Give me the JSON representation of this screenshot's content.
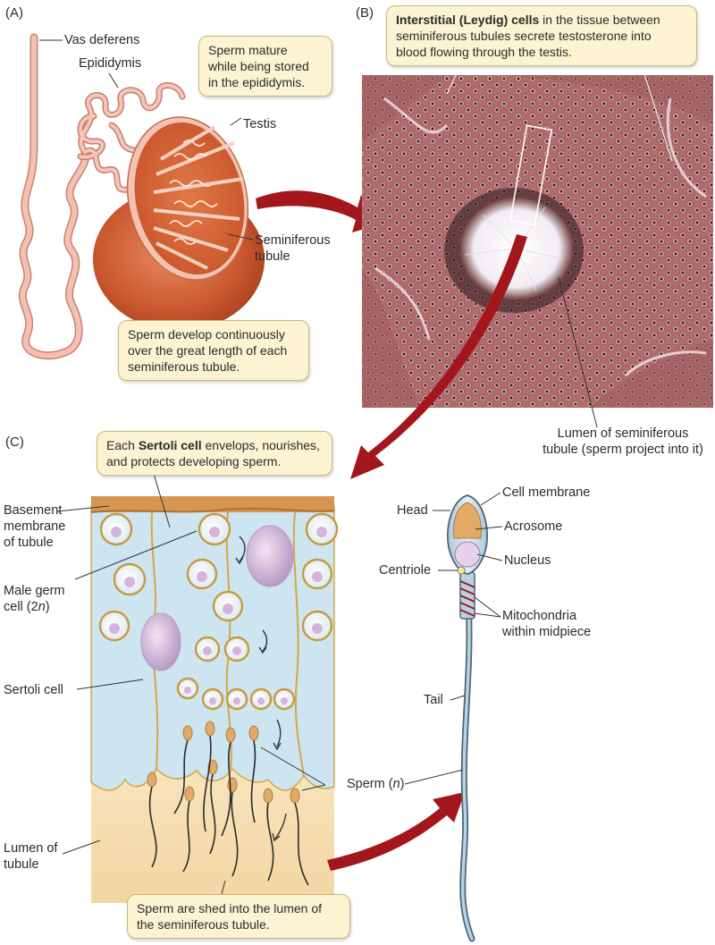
{
  "panels": {
    "a": "(A)",
    "b": "(B)",
    "c": "(C)"
  },
  "labels": {
    "vas_deferens": "Vas deferens",
    "epididymis": "Epididymis",
    "testis": "Testis",
    "seminiferous_tubule_1": "Seminiferous",
    "seminiferous_tubule_2": "tubule",
    "lumen_st_1": "Lumen of seminiferous",
    "lumen_st_2": "tubule (sperm project into it)",
    "basement_1": "Basement",
    "basement_2": "membrane",
    "basement_3": "of tubule",
    "germ_1": "Male germ",
    "germ_2a": "cell (2",
    "germ_2n": "n",
    "germ_2b": ")",
    "sertoli_cell": "Sertoli cell",
    "lumen_tubule_1": "Lumen of",
    "lumen_tubule_2": "tubule",
    "sperm_a": "Sperm (",
    "sperm_n": "n",
    "sperm_b": ")",
    "head": "Head",
    "cell_membrane": "Cell membrane",
    "acrosome": "Acrosome",
    "nucleus": "Nucleus",
    "centriole": "Centriole",
    "mito_1": "Mitochondria",
    "mito_2": "within midpiece",
    "tail": "Tail"
  },
  "callouts": {
    "mature_1": "Sperm mature",
    "mature_2": "while being stored",
    "mature_3": "in the epididymis.",
    "develop_1": "Sperm develop continuously",
    "develop_2": "over the great length of each",
    "develop_3": "seminiferous tubule.",
    "leydig_bold": "Interstitial (Leydig) cells",
    "leydig_1": " in the tissue between",
    "leydig_2": "seminiferous tubules secrete testosterone into",
    "leydig_3": "blood flowing through the testis.",
    "sertoli_a": "Each ",
    "sertoli_bold": "Sertoli cell",
    "sertoli_b": " envelops, nourishes,",
    "sertoli_2": "and protects developing sperm.",
    "shed_1": "Sperm are shed into the lumen of",
    "shed_2": "the seminiferous tubule."
  },
  "colors": {
    "tubule_pink": "#f3b9b0",
    "testis_orange": "#d9653a",
    "arrow_red": "#a3171c",
    "callout_fill": "#fbf3d2",
    "sertoli_blue": "#cde4f1",
    "acrosome_tan": "#e3a967"
  }
}
